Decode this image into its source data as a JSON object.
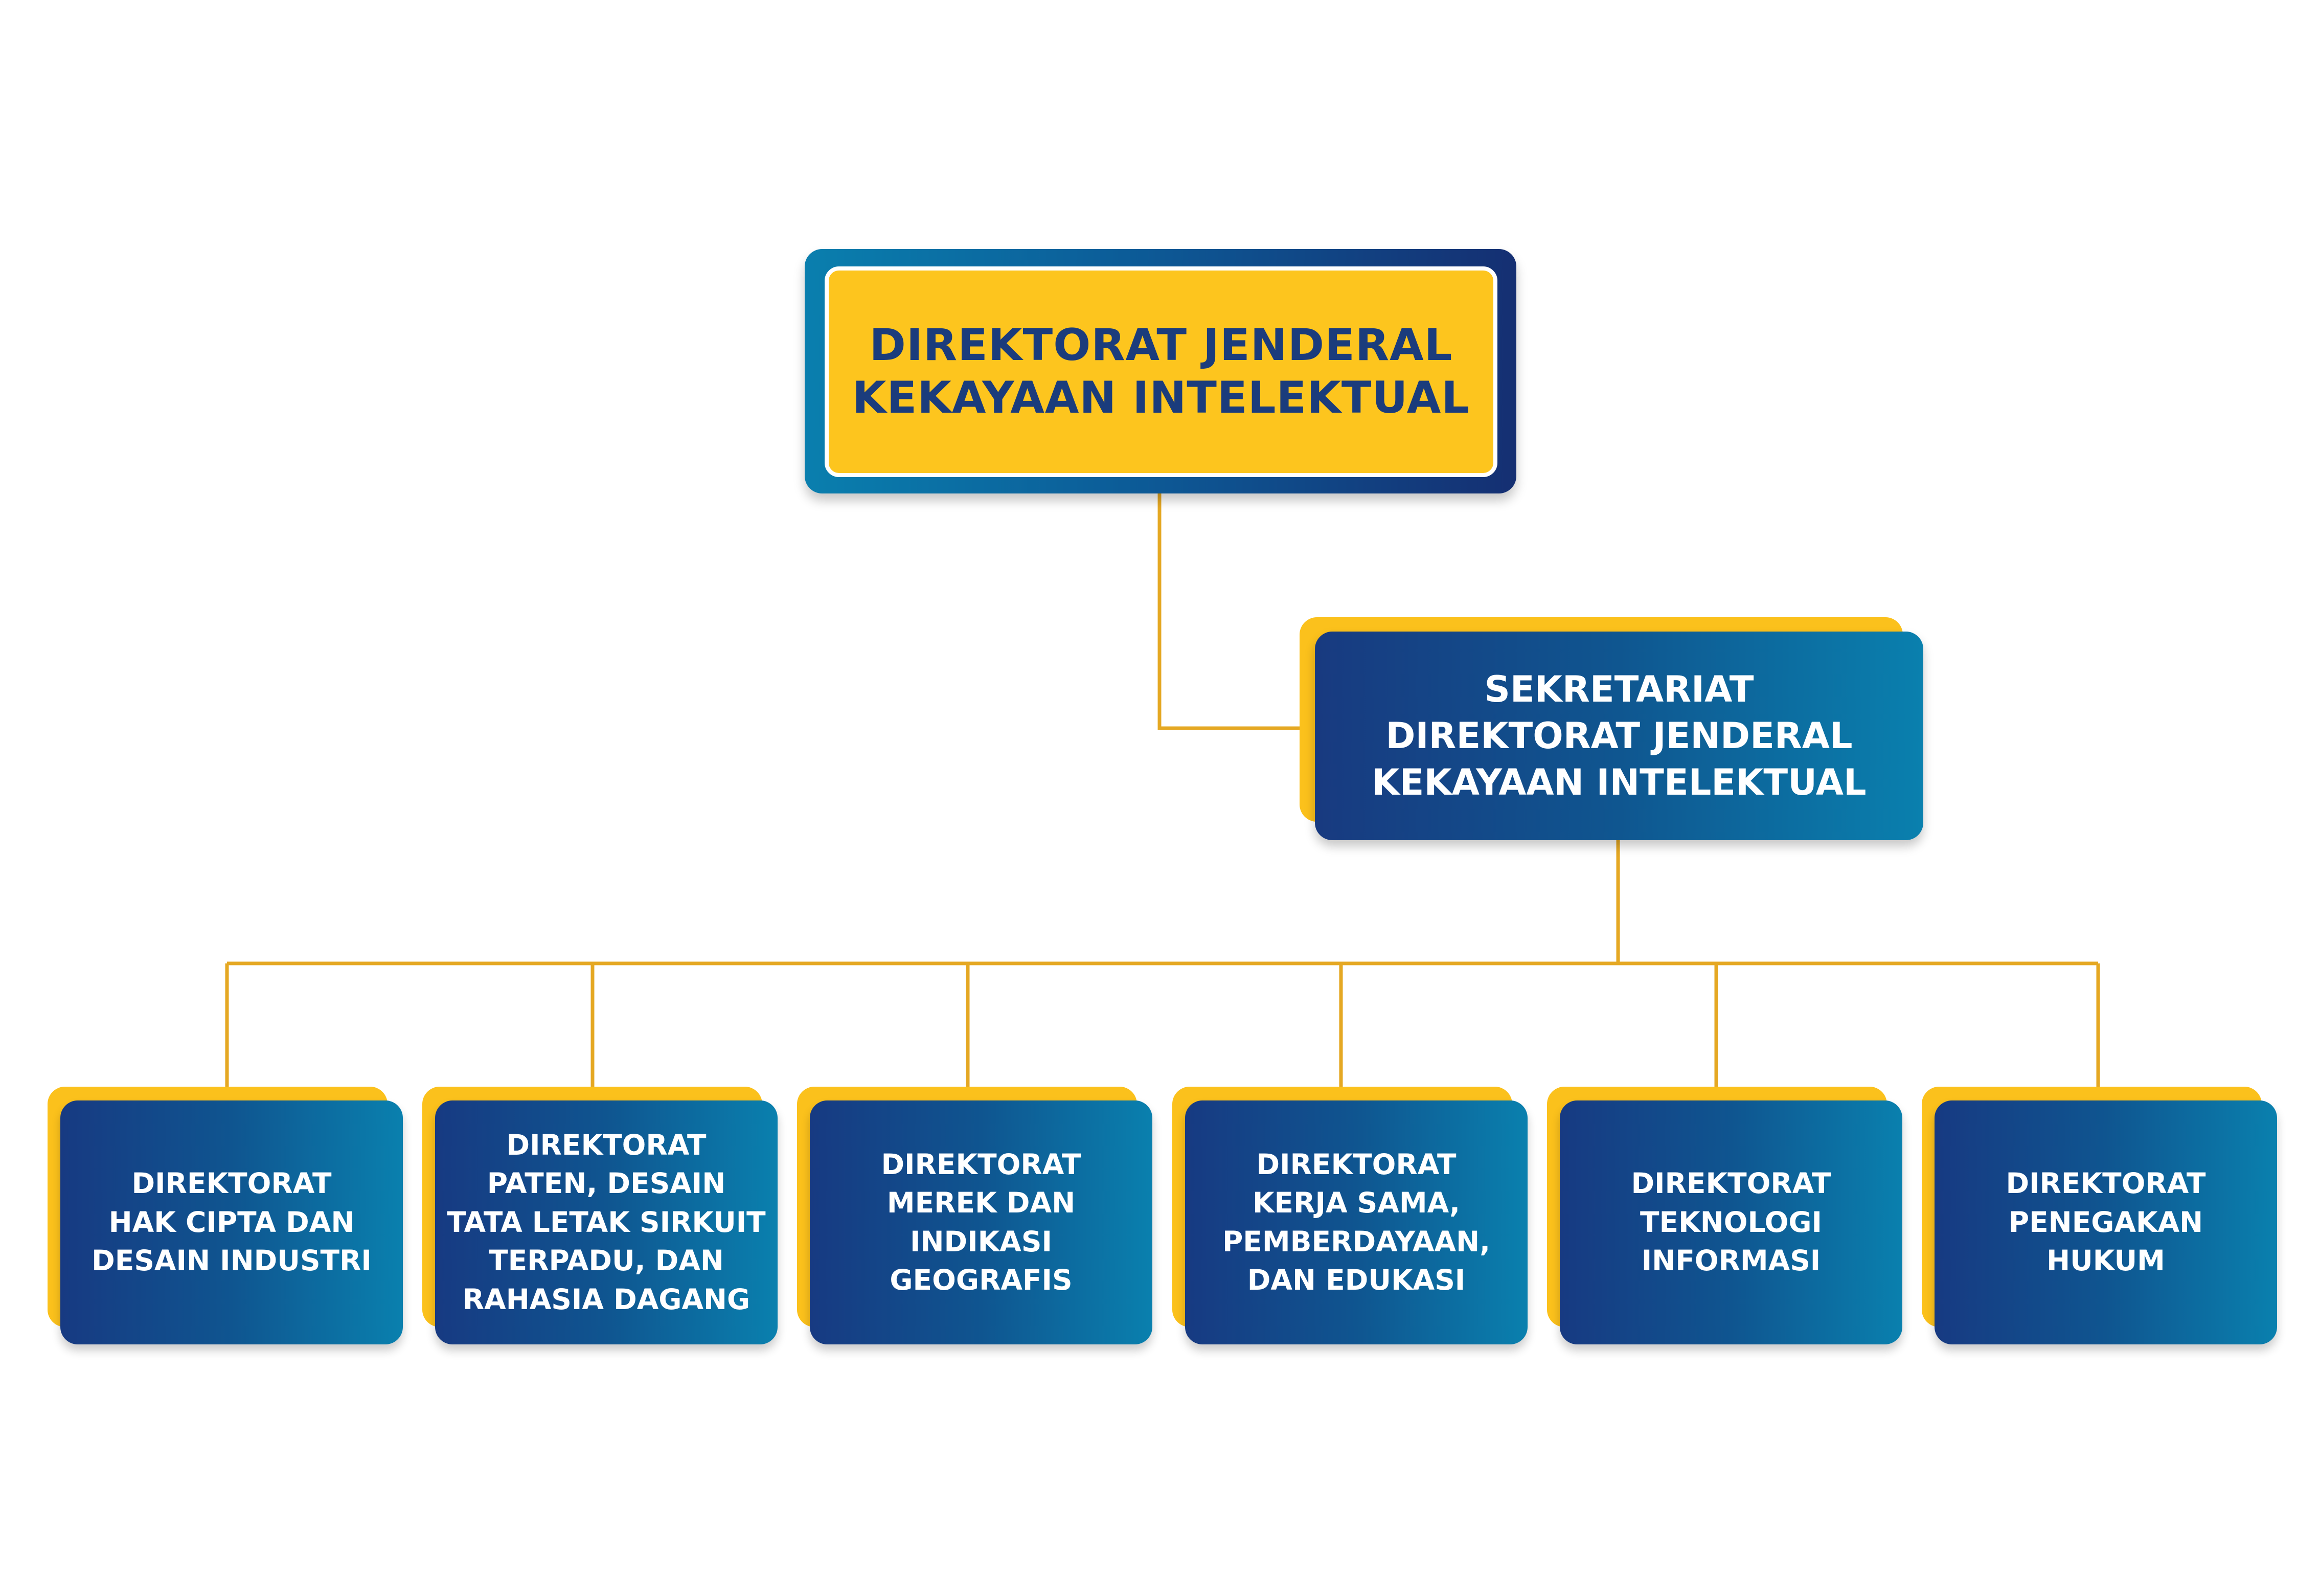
{
  "colors": {
    "connector": "#E5A823",
    "gold": "#FDC51E",
    "navy": "#1B3C7C",
    "blue_dark": "#173A82",
    "blue_light": "#0A80AE",
    "text_light": "#FFFFFF"
  },
  "root": {
    "label": "DIREKTORAT JENDERAL\nKEKAYAAN INTELEKTUAL"
  },
  "secretariat": {
    "label": "SEKRETARIAT\nDIREKTORAT JENDERAL\nKEKAYAAN INTELEKTUAL"
  },
  "directorates": [
    {
      "label": "DIREKTORAT\nHAK CIPTA DAN\nDESAIN INDUSTRI"
    },
    {
      "label": "DIREKTORAT\nPATEN, DESAIN\nTATA LETAK SIRKUIT\nTERPADU, DAN\nRAHASIA DAGANG"
    },
    {
      "label": "DIREKTORAT\nMEREK DAN\nINDIKASI\nGEOGRAFIS"
    },
    {
      "label": "DIREKTORAT\nKERJA SAMA,\nPEMBERDAYAAN,\nDAN EDUKASI"
    },
    {
      "label": "DIREKTORAT\nTEKNOLOGI\nINFORMASI"
    },
    {
      "label": "DIREKTORAT\nPENEGAKAN\nHUKUM"
    }
  ]
}
